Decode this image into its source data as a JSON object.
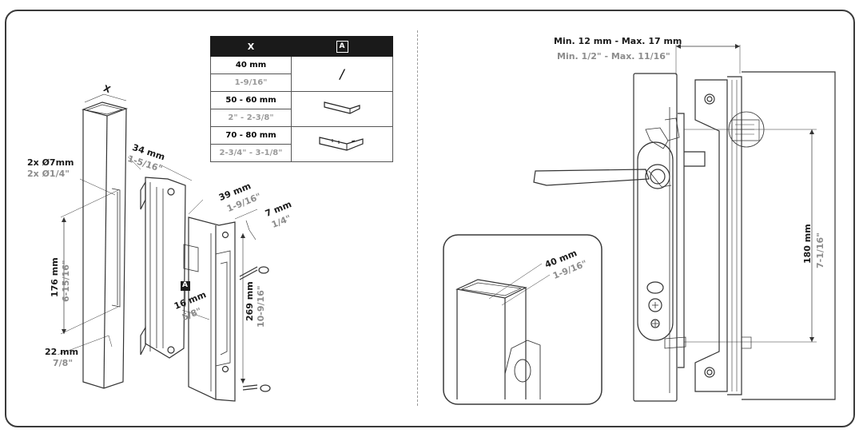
{
  "table": {
    "header_x": "X",
    "header_a": "A",
    "rows": [
      {
        "metric": "40 mm",
        "imperial": "1-9/16\"",
        "insert_icon": "slash-no-insert-icon"
      },
      {
        "metric": "50 - 60 mm",
        "imperial": "2\" - 2-3/8\"",
        "insert_icon": "small-insert-bracket-icon"
      },
      {
        "metric": "70 - 80 mm",
        "imperial": "2-3/4\" - 3-1/8\"",
        "insert_icon": "large-insert-bracket-icon"
      }
    ],
    "row1_insert_symbol": "/"
  },
  "left_figure": {
    "x_label": "X",
    "hole_metric": "2x Ø7mm",
    "hole_imperial": "2x Ø1/4\"",
    "depth_metric": "34 mm",
    "depth_imperial": "1-5/16\"",
    "width_metric": "39 mm",
    "width_imperial": "1-9/16\"",
    "offset_metric": "7 mm",
    "offset_imperial": "1/4\"",
    "height_metric": "176 mm",
    "height_imperial": "6-15/16\"",
    "plate_height_metric": "269 mm",
    "plate_height_imperial": "10-9/16\"",
    "plate_width_metric": "16 mm",
    "plate_width_imperial": "5/8\"",
    "bottom_metric": "22 mm",
    "bottom_imperial": "7/8\"",
    "insert_badge": "A"
  },
  "right_figure": {
    "range_metric": "Min. 12 mm - Max. 17 mm",
    "range_imperial": "Min. 1/2\" - Max. 11/16\"",
    "spacing_metric": "180 mm",
    "spacing_imperial": "7-1/16\"",
    "inset_metric": "40 mm",
    "inset_imperial": "1-9/16\""
  },
  "colors": {
    "ink": "#1a1a1a",
    "imperial": "#8c8c8c",
    "frame": "#3a3a3a"
  }
}
